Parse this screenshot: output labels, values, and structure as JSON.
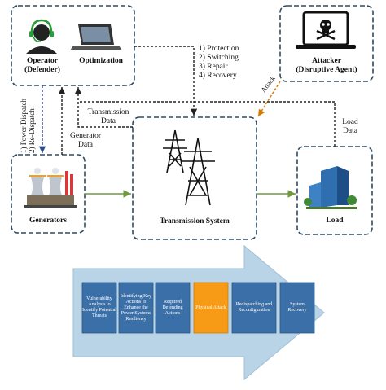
{
  "operator": {
    "label_line1": "Operator",
    "label_line2": "(Defender)",
    "optimization_label": "Optimization"
  },
  "attacker": {
    "label_line1": "Attacker",
    "label_line2": "(Disruptive Agent)"
  },
  "actions": [
    "1) Protection",
    "2) Switching",
    "3) Repair",
    "4) Recovery"
  ],
  "dispatch": [
    "1) Power Dispatch",
    "2) Re-Dispatch"
  ],
  "flows": {
    "attack": "Attack",
    "load_data_1": "Load",
    "load_data_2": "Data",
    "transmission_data_1": "Transmission",
    "transmission_data_2": "Data",
    "generator_data_1": "Generator",
    "generator_data_2": "Data"
  },
  "nodes": {
    "generators": "Generators",
    "transmission": "Transmission System",
    "load": "Load"
  },
  "process_steps": [
    "Vulnerability Analysis to Identify Potential Threats",
    "Identifying Key Actions to Enhance the Power Systems Resiliency",
    "Required Defending Actions",
    "Physical Attack",
    "Redispatching and Reconfiguration",
    "System Recovery"
  ],
  "colors": {
    "box_border": "#2e4a62",
    "step_blue": "#3b6fa8",
    "step_orange": "#f79a16",
    "arrow_bg": "#b8d4e6",
    "flow_green": "#6e9a3c"
  }
}
